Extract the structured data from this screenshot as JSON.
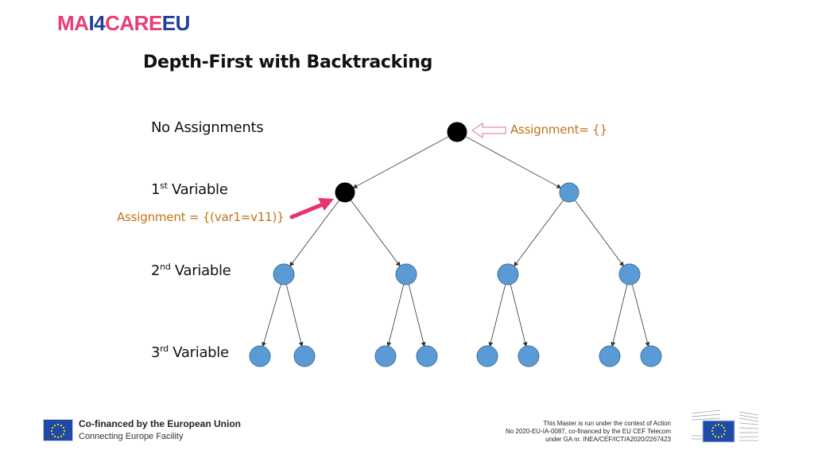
{
  "logo": {
    "part1": "MA",
    "part2": "I4",
    "part3": "CARE",
    "part4": "EU"
  },
  "title": "Depth-First with Backtracking",
  "levels": [
    {
      "base": "No Assignments",
      "sup": "",
      "rest": ""
    },
    {
      "base": "1",
      "sup": "st",
      "rest": " Variable"
    },
    {
      "base": "2",
      "sup": "nd",
      "rest": " Variable"
    },
    {
      "base": "3",
      "sup": "rd",
      "rest": " Variable"
    }
  ],
  "notes": {
    "root": "Assignment= {}",
    "first": "Assignment = {(var1=v11)}"
  },
  "colors": {
    "visited_node": "#000000",
    "unvisited_node": "#5b9bd5",
    "node_stroke": "#41719c",
    "root_pointer_arrow": "#e8a0b4",
    "first_pointer_arrow": "#e8336e",
    "note_text": "#c07418"
  },
  "tree": {
    "visited_nodes": [
      "root",
      "L1-0"
    ]
  },
  "footer": {
    "cofinanced": "Co-financed by the European Union",
    "facility": "Connecting Europe Facility",
    "fineprint_lines": [
      "This Master is run under the context of Action",
      "No 2020-EU-IA-0087, co-financed by the EU CEF Telecom",
      "under GA nr. INEA/CEF/ICT/A2020/2267423"
    ]
  }
}
